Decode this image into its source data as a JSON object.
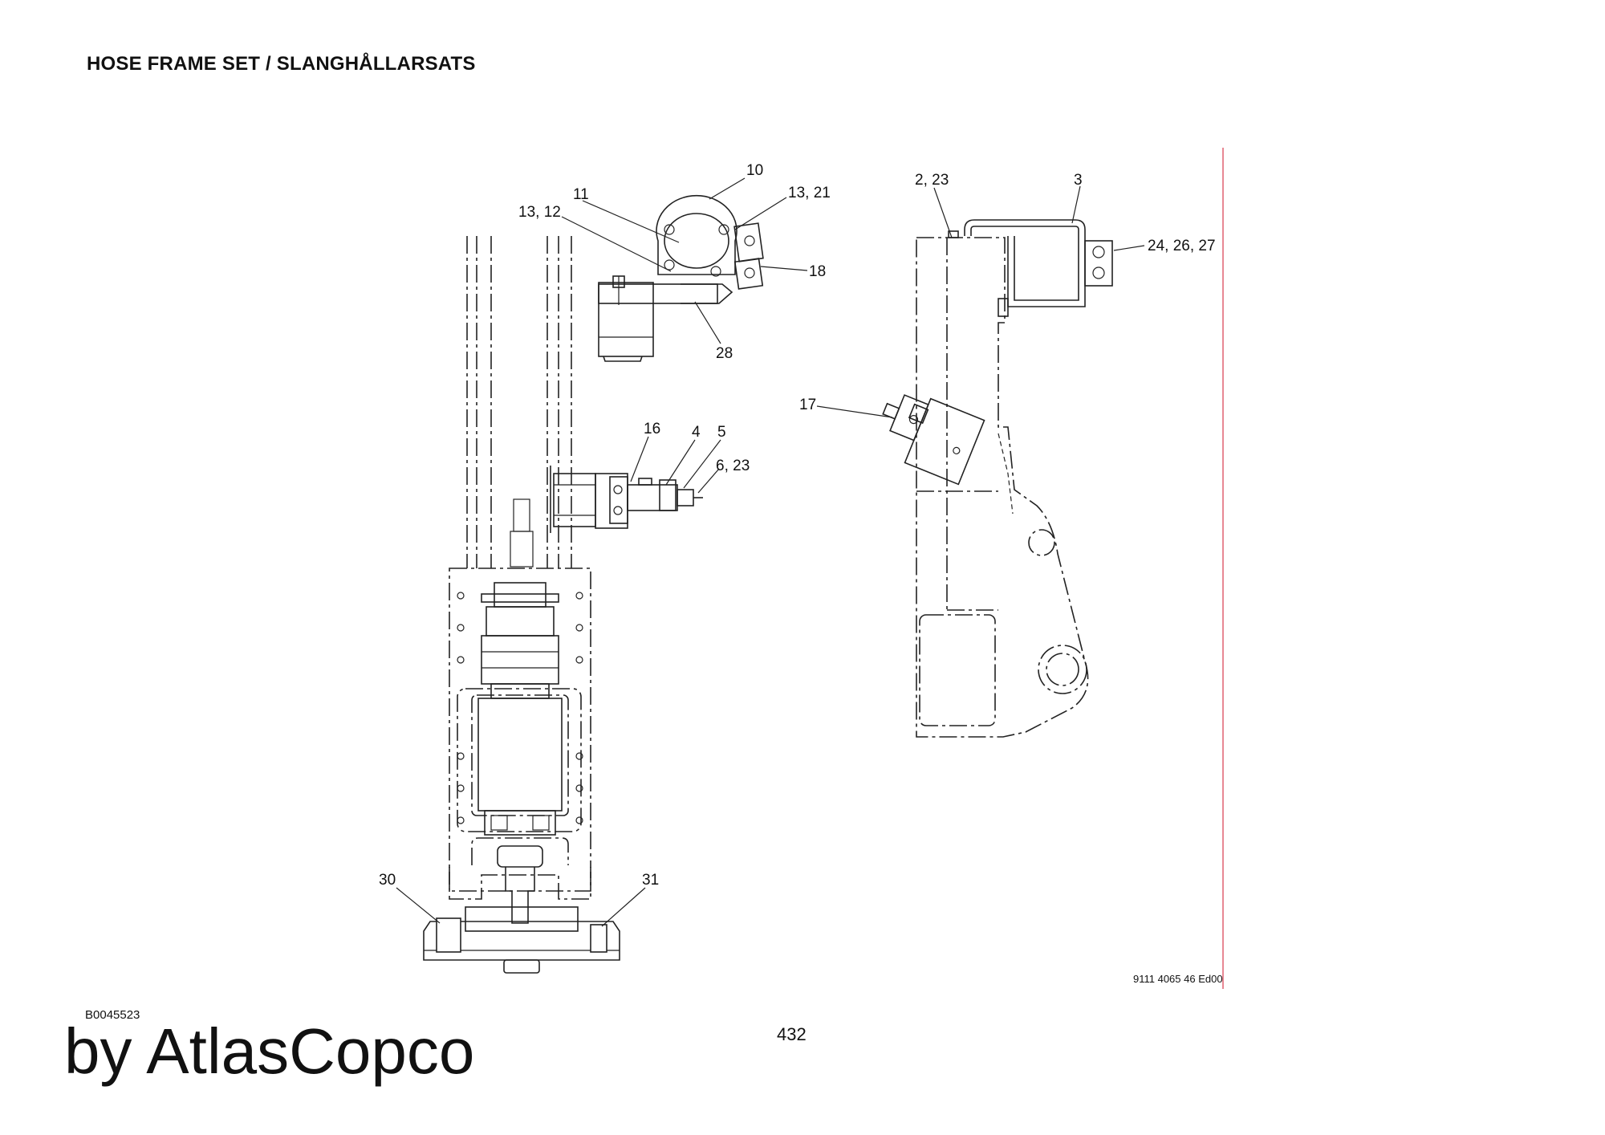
{
  "page": {
    "title": "HOSE FRAME SET / SLANGHÅLLARSATS",
    "doc_ref": "B0045523",
    "page_number": "432",
    "brand": "by AtlasCopco",
    "drawing_ref": "9111 4065 46 Ed00"
  },
  "callouts": [
    {
      "id": "c10",
      "text": "10"
    },
    {
      "id": "c11",
      "text": "11"
    },
    {
      "id": "c1321",
      "text": "13, 21"
    },
    {
      "id": "c1312",
      "text": "13, 12"
    },
    {
      "id": "c18",
      "text": "18"
    },
    {
      "id": "c28",
      "text": "28"
    },
    {
      "id": "c16",
      "text": "16"
    },
    {
      "id": "c4",
      "text": "4"
    },
    {
      "id": "c5",
      "text": "5"
    },
    {
      "id": "c623",
      "text": "6, 23"
    },
    {
      "id": "c30",
      "text": "30"
    },
    {
      "id": "c31",
      "text": "31"
    },
    {
      "id": "c223",
      "text": "2, 23"
    },
    {
      "id": "c3",
      "text": "3"
    },
    {
      "id": "c242627",
      "text": "24, 26, 27"
    },
    {
      "id": "c17",
      "text": "17"
    }
  ],
  "colors": {
    "line": "#222222",
    "margin_rule": "#e06070"
  }
}
